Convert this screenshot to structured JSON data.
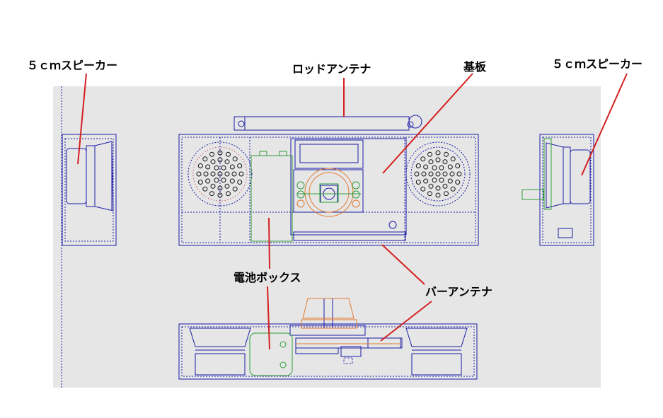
{
  "labels": {
    "speaker_left": "５ｃｍスピーカー",
    "rod_antenna": "ロッドアンテナ",
    "board": "基板",
    "speaker_right": "５ｃｍスピーカー",
    "battery_box": "電池ボックス",
    "bar_antenna": "バーアンテナ"
  },
  "colors": {
    "background": "#e6e6e6",
    "outline": "#1c1ca8",
    "leader": "#d42020",
    "battery": "#2e9e3a",
    "tuner": "#e07a30",
    "speaker_dots": "#c0203a"
  }
}
